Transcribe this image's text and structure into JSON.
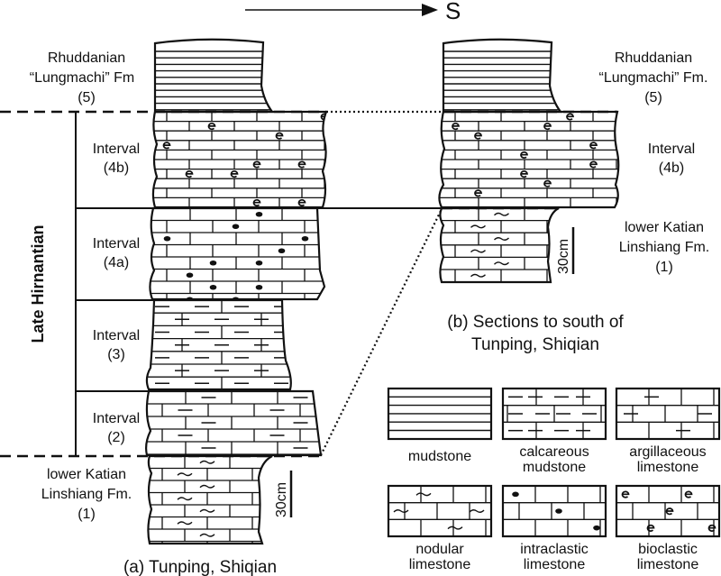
{
  "direction": {
    "label": "S"
  },
  "section_a": {
    "caption": "(a) Tunping, Shiqian",
    "stage_label": "Late Hirnantian",
    "units": [
      {
        "id": "5",
        "lines": [
          "Rhuddanian",
          "“Lungmachi” Fm",
          "(5)"
        ],
        "lithology": "mudstone"
      },
      {
        "id": "4b",
        "lines": [
          "Interval",
          "(4b)"
        ],
        "lithology": "bioclastic limestone"
      },
      {
        "id": "4a",
        "lines": [
          "Interval",
          "(4a)"
        ],
        "lithology": "intraclastic limestone"
      },
      {
        "id": "3",
        "lines": [
          "Interval",
          "(3)"
        ],
        "lithology": "calcareous mudstone"
      },
      {
        "id": "2",
        "lines": [
          "Interval",
          "(2)"
        ],
        "lithology": "argillaceous limestone"
      },
      {
        "id": "1",
        "lines": [
          "lower Katian",
          "Linshiang Fm.",
          "(1)"
        ],
        "lithology": "nodular limestone"
      }
    ],
    "scale_label": "30cm"
  },
  "section_b": {
    "caption_lines": [
      "(b) Sections to south of",
      "Tunping, Shiqian"
    ],
    "units": [
      {
        "id": "5",
        "lines": [
          "Rhuddanian",
          "“Lungmachi” Fm.",
          "(5)"
        ],
        "lithology": "mudstone"
      },
      {
        "id": "4b",
        "lines": [
          "Interval",
          "(4b)"
        ],
        "lithology": "bioclastic limestone"
      },
      {
        "id": "1",
        "lines": [
          "lower Katian",
          "Linshiang Fm.",
          "(1)"
        ],
        "lithology": "nodular limestone"
      }
    ],
    "scale_label": "30cm"
  },
  "legend": [
    {
      "key": "mudstone",
      "lines": [
        "mudstone"
      ]
    },
    {
      "key": "calcareous-mudstone",
      "lines": [
        "calcareous",
        "mudstone"
      ]
    },
    {
      "key": "argillaceous-limestone",
      "lines": [
        "argillaceous",
        "limestone"
      ]
    },
    {
      "key": "nodular-limestone",
      "lines": [
        "nodular",
        "limestone"
      ]
    },
    {
      "key": "intraclastic-limestone",
      "lines": [
        "intraclastic",
        "limestone"
      ]
    },
    {
      "key": "bioclastic-limestone",
      "lines": [
        "bioclastic",
        "limestone"
      ]
    }
  ]
}
